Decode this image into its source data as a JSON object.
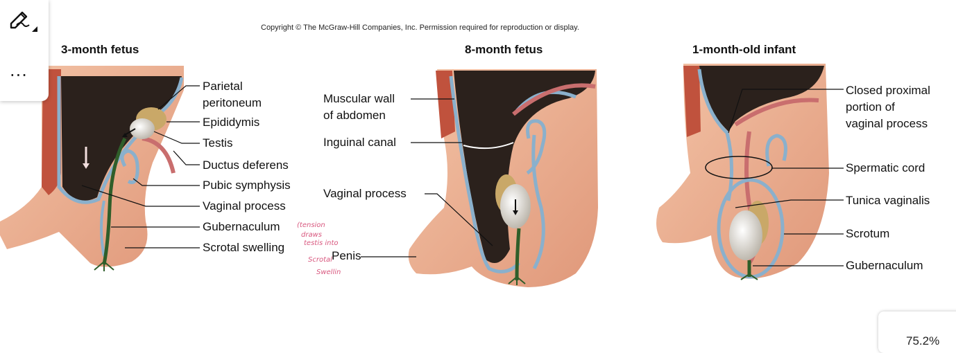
{
  "copyright": "Copyright © The McGraw-Hill Companies, Inc. Permission required for reproduction or display.",
  "panels": {
    "p1": {
      "title": "3-month fetus",
      "labels": {
        "parietal": "Parietal",
        "peritoneum": "peritoneum",
        "epididymis": "Epididymis",
        "testis": "Testis",
        "ductus": "Ductus deferens",
        "pubic": "Pubic symphysis",
        "vaginal": "Vaginal process",
        "gubernaculum": "Gubernaculum",
        "scrotal": "Scrotal swelling"
      }
    },
    "p2": {
      "title": "8-month fetus",
      "labels": {
        "muscular1": "Muscular wall",
        "muscular2": "of abdomen",
        "inguinal": "Inguinal canal",
        "vaginal": "Vaginal process",
        "penis": "Penis"
      }
    },
    "p3": {
      "title": "1-month-old infant",
      "labels": {
        "closed1": "Closed proximal",
        "closed2": "portion of",
        "closed3": "vaginal process",
        "spermatic": "Spermatic cord",
        "tunica": "Tunica vaginalis",
        "scrotum": "Scrotum",
        "gubernaculum": "Gubernaculum"
      }
    }
  },
  "handwritten_note": [
    "(tension",
    "draws",
    "testis into",
    "Scrotal",
    "Swellin"
  ],
  "toolbar": {
    "pen_icon": "pen-edit-icon",
    "more_label": "..."
  },
  "zoom": {
    "level": "75.2%"
  },
  "colors": {
    "cavity": "#2b211c",
    "tissue": "#e8a98a",
    "tissue_light": "#f0bda0",
    "membrane": "#8ab0cc",
    "muscle": "#c0523d",
    "vessel": "#c96e6e",
    "cord": "#2f5e2a",
    "testis": "#d6d0c4",
    "epididymis": "#c9a868",
    "annotation_ink": "#d8577e"
  }
}
